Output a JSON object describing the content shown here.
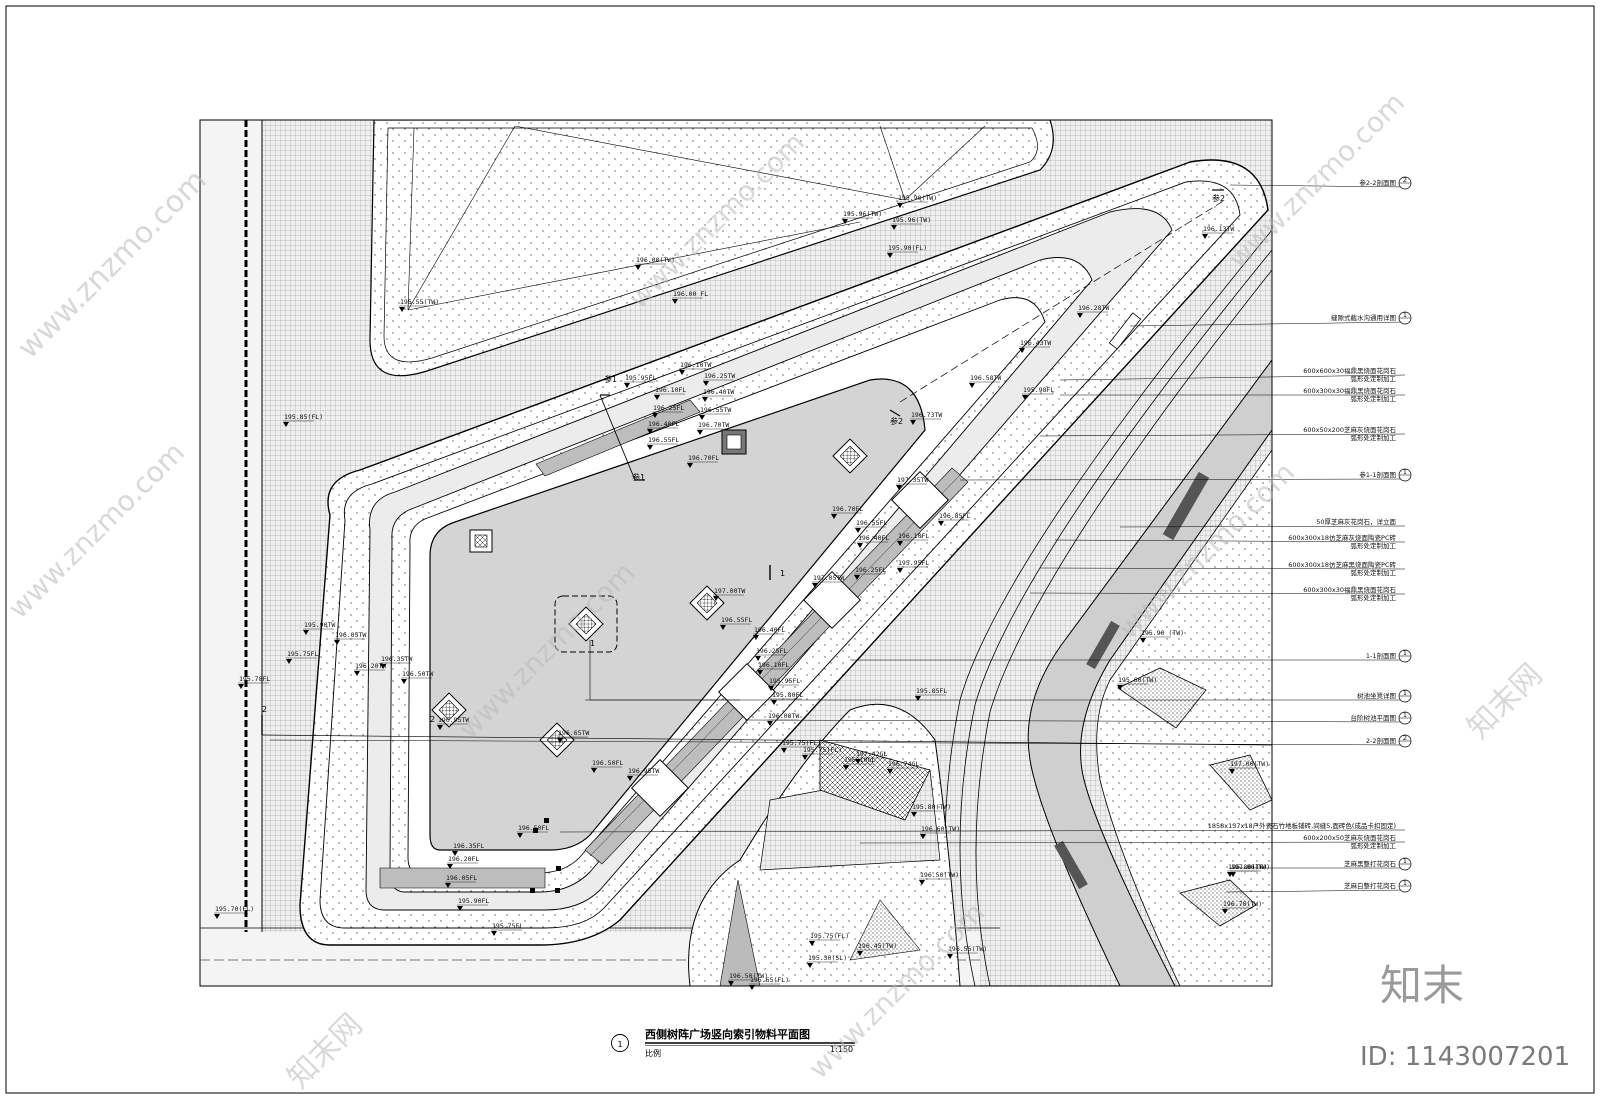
{
  "drawing": {
    "title": "西侧树阵广场竖向索引物料平面图",
    "number": "1",
    "scale_label": "比例",
    "scale": "1:150"
  },
  "watermark": {
    "brand": "知末",
    "id_text": "ID: 1143007201",
    "site": "www.znzmo.com",
    "site_cn": "知末网"
  },
  "callouts": [
    "参2-2剖面图",
    "缝隙式截水沟通用详图",
    "600x600x30福鼎黑烧面花岗石",
    "弧形处定制加工",
    "600x300x30福鼎黑烧面花岗石",
    "弧形处定制加工",
    "600x50x200芝麻灰烧面花岗石",
    "弧形处定制加工",
    "参1-1剖面图",
    "50厚芝麻灰花岗石，详立面",
    "600x300x18仿芝麻灰烧面陶瓷PC砖",
    "弧形处定制加工",
    "600x300x18仿芝麻黑烧面陶瓷PC砖",
    "弧形处定制加工",
    "600x300x30福鼎黑烧面花岗石",
    "弧形处定制加工",
    "1-1剖面图",
    "树池坐凳详图",
    "台阶树池平面图",
    "2-2剖面图",
    "1858x137x18户外瓷石竹地板铺砖,间缝5,面砖色(成品卡扣固定)",
    "600x200x50芝麻灰烧面花岗石",
    "弧形处定制加工",
    "芝麻黑整打花岗石",
    "芝麻白整打花岗石"
  ],
  "callout_refs": [
    "2",
    "1",
    "",
    "",
    "",
    "",
    "",
    "",
    "1",
    "",
    "",
    "",
    "",
    "",
    "",
    "",
    "1",
    "1",
    "1",
    "2",
    "",
    "",
    "",
    "1",
    "1"
  ],
  "elevations": [
    "195.90(TW)",
    "195.96(TW)",
    "195.96(TW)",
    "195.90(FL)",
    "196.00(TW)",
    "195.55(TW)",
    "196.00 FL",
    "196.10TW",
    "195.95FL",
    "196.10FL",
    "196.25TW",
    "196.40TW",
    "196.25FL",
    "196.55TW",
    "196.40FL",
    "196.70TW",
    "196.55FL",
    "196.70FL",
    "195.85(FL)",
    "196.28TW",
    "196.43TW",
    "196.58TW",
    "196.73TW",
    "195.98FL",
    "196.13TW",
    "197.35TW",
    "196.85FL",
    "196.70FL",
    "196.55FL",
    "196.10FL",
    "196.40FL",
    "196.25FL",
    "195.95FL",
    "197.00TW",
    "197.05TW",
    "196.55FL",
    "196.40FL",
    "196.25FL",
    "196.10FL",
    "195.95FL",
    "195.80FL",
    "196.00TW",
    "195.85FL",
    "195.90TW",
    "196.05TW",
    "196.20TW",
    "196.35TW",
    "196.50TW",
    "195.75FL",
    "195.78FL",
    "196.95TW",
    "196.65TW",
    "196.50FL",
    "196.95TW",
    "196.50FL",
    "196.35FL",
    "196.20FL",
    "196.05FL",
    "195.90FL",
    "195.75FL",
    "195.70(FL)",
    "195.75(FL)",
    "196.10GL",
    "197.42GL",
    "196.74GL",
    "195.80(TW)",
    "196.60(TW)",
    "196.50(TW)",
    "196.45(TW)",
    "195.75(FL)",
    "195.30(SL)",
    "196.50(TW)",
    "196.55(TW)",
    "195.90 (TW)",
    "195.60(TW)",
    "197.00(TW)",
    "197.00(TW)",
    "195.80(TW)",
    "196.70(TW)",
    "195.75(FL)",
    "195.65(FL)"
  ],
  "section_marks": [
    "参1",
    "参1",
    "参2",
    "参2",
    "1",
    "1",
    "2",
    "2"
  ],
  "colors": {
    "line": "#000000",
    "paving_fill": "#e3e3e3",
    "plaza_fill": "#d2d2d2",
    "road_fill": "#cfcfcf",
    "watermark": "#b9b9b9"
  }
}
